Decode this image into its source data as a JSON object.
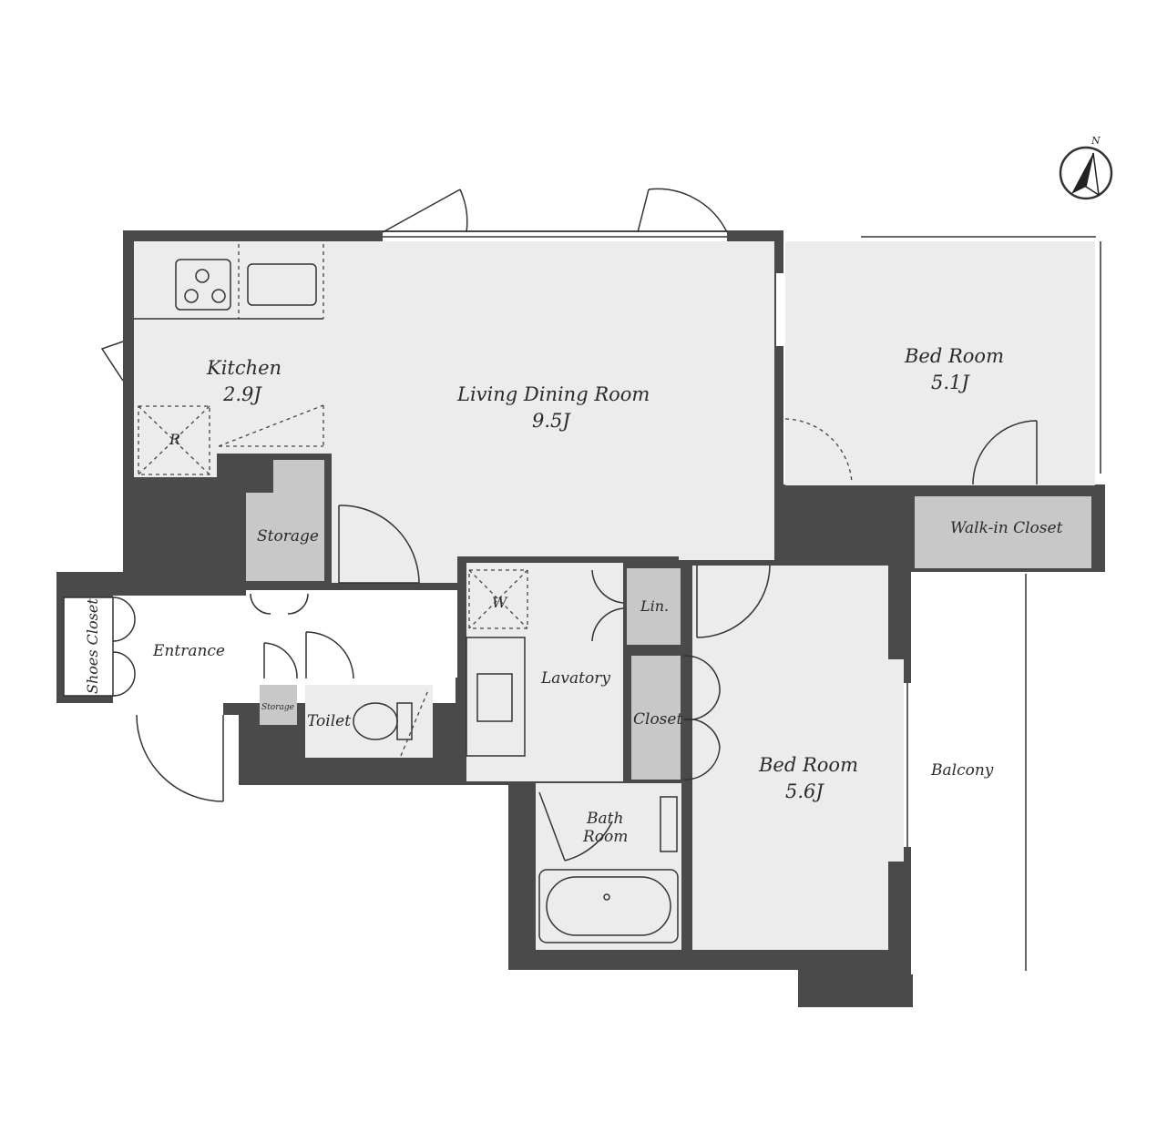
{
  "compass": {
    "north_label": "N"
  },
  "rooms": {
    "kitchen": {
      "name": "Kitchen",
      "size": "2.9J",
      "fridge_label": "R"
    },
    "living": {
      "name": "Living Dining Room",
      "size": "9.5J"
    },
    "bedroom1": {
      "name": "Bed Room",
      "size": "5.1J"
    },
    "walkin": {
      "name": "Walk-in Closet"
    },
    "storage": {
      "name": "Storage"
    },
    "shoes": {
      "name": "Shoes Closet"
    },
    "entrance": {
      "name": "Entrance"
    },
    "small_storage": {
      "name": "Storage"
    },
    "toilet": {
      "name": "Toilet"
    },
    "lavatory": {
      "name": "Lavatory",
      "washer_label": "W"
    },
    "linen": {
      "name": "Lin."
    },
    "closet": {
      "name": "Closet"
    },
    "bath": {
      "name_line1": "Bath",
      "name_line2": "Room"
    },
    "bedroom2": {
      "name": "Bed Room",
      "size": "5.6J"
    },
    "balcony": {
      "name": "Balcony"
    }
  }
}
